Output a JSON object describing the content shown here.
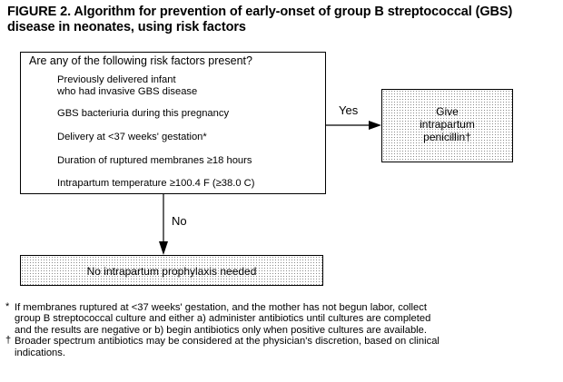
{
  "title": {
    "line1": "FIGURE 2. Algorithm for prevention of early-onset of group B streptococcal (GBS)",
    "line2": "disease in neonates, using risk factors"
  },
  "risk_box": {
    "question": "Are any of the following risk factors present?",
    "factors": [
      {
        "line1": "Previously delivered infant",
        "line2": "who had invasive GBS disease"
      },
      {
        "line1": "GBS bacteriuria during this pregnancy"
      },
      {
        "line1": "Delivery at <37 weeks' gestation*"
      },
      {
        "line1": "Duration of ruptured membranes ≥18 hours"
      },
      {
        "line1": "Intrapartum temperature ≥100.4 F (≥38.0 C)"
      }
    ]
  },
  "yes_label": "Yes",
  "no_label": "No",
  "give_box": {
    "line1": "Give",
    "line2": "intrapartum",
    "line3": "penicillin†"
  },
  "no_box": {
    "text": "No intrapartum prophylaxis needed"
  },
  "footnotes": {
    "star_mark": "*",
    "star_lines": [
      "If membranes ruptured at <37 weeks' gestation, and the mother has not begun labor, collect",
      "group B streptococcal culture and either a) administer antibiotics until cultures are completed",
      "and the results are negative or b) begin antibiotics only when positive cultures are available."
    ],
    "dagger_mark": "†",
    "dagger_lines": [
      "Broader spectrum antibiotics may be considered at the physician's discretion, based on clinical",
      "indications."
    ]
  }
}
